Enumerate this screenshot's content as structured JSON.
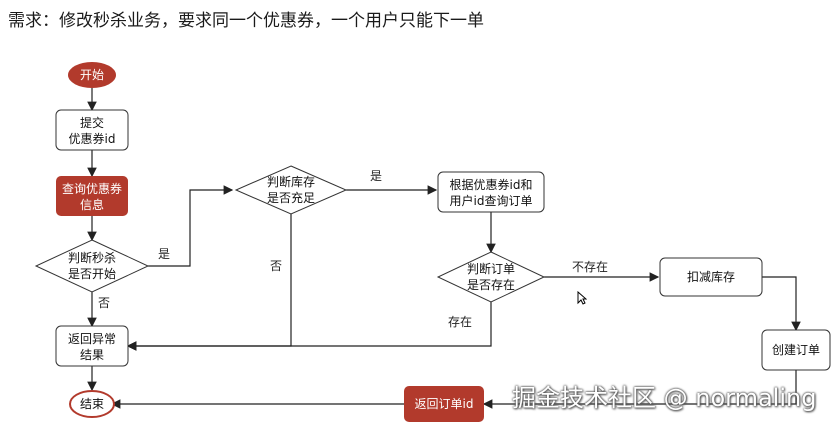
{
  "title": "需求：修改秒杀业务，要求同一个优惠券，一个用户只能下一单",
  "nodes": {
    "start": "开始",
    "submit": [
      "提交",
      "优惠券id"
    ],
    "query_coupon": [
      "查询优惠券",
      "信息"
    ],
    "check_started": [
      "判断秒杀",
      "是否开始"
    ],
    "check_stock": [
      "判断库存",
      "是否充足"
    ],
    "query_order": [
      "根据优惠券id和",
      "用户id查询订单"
    ],
    "check_order": [
      "判断订单",
      "是否存在"
    ],
    "deduct_stock": "扣减库存",
    "create_order": "创建订单",
    "return_order_id": "返回订单id",
    "return_error": [
      "返回异常",
      "结果"
    ],
    "end": "结束"
  },
  "edges": {
    "yes_1": "是",
    "no_1": "否",
    "yes_2": "是",
    "no_2": "否",
    "not_exist": "不存在",
    "exist": "存在"
  },
  "watermark": "掘金技术社区 @ normaling",
  "colors": {
    "accent_red": "#b23a2c",
    "line": "#222222",
    "box_border": "#333333"
  }
}
